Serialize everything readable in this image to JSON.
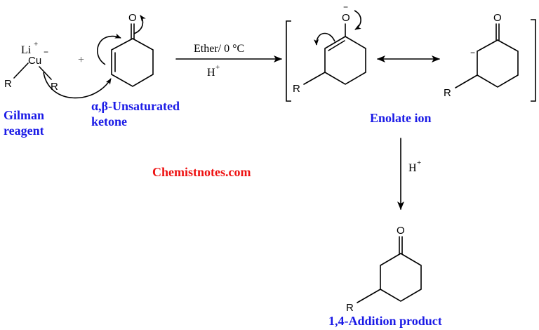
{
  "reagents": {
    "gilman": {
      "lithium": "Li",
      "lithium_charge": "+",
      "copper": "Cu",
      "copper_charge": "−",
      "r_left": "R",
      "r_right": "R",
      "label_line1": "Gilman",
      "label_line2": "reagent"
    },
    "plus_sign": "+",
    "enone": {
      "oxygen": "O",
      "label_line1": "α,β-Unsaturated",
      "label_line2": "ketone"
    }
  },
  "reaction_arrow": {
    "condition_top": "Ether/ 0 °C",
    "condition_bottom_base": "H",
    "condition_bottom_sup": "+"
  },
  "intermediate": {
    "enolate_form": {
      "oxygen": "O",
      "oxygen_charge": "−",
      "r_group": "R"
    },
    "resonance_arrow": "↔",
    "carbanion_form": {
      "oxygen": "O",
      "carbon_charge": "−",
      "r_group": "R"
    },
    "label": "Enolate ion"
  },
  "protonation_arrow": {
    "reagent_base": "H",
    "reagent_sup": "+"
  },
  "product": {
    "oxygen": "O",
    "r_group": "R",
    "label": "1,4-Addition product"
  },
  "watermark": "Chemistnotes.com",
  "colors": {
    "label_blue": "#1a1ae6",
    "watermark_red": "#ee1111",
    "structure_black": "#000000"
  }
}
